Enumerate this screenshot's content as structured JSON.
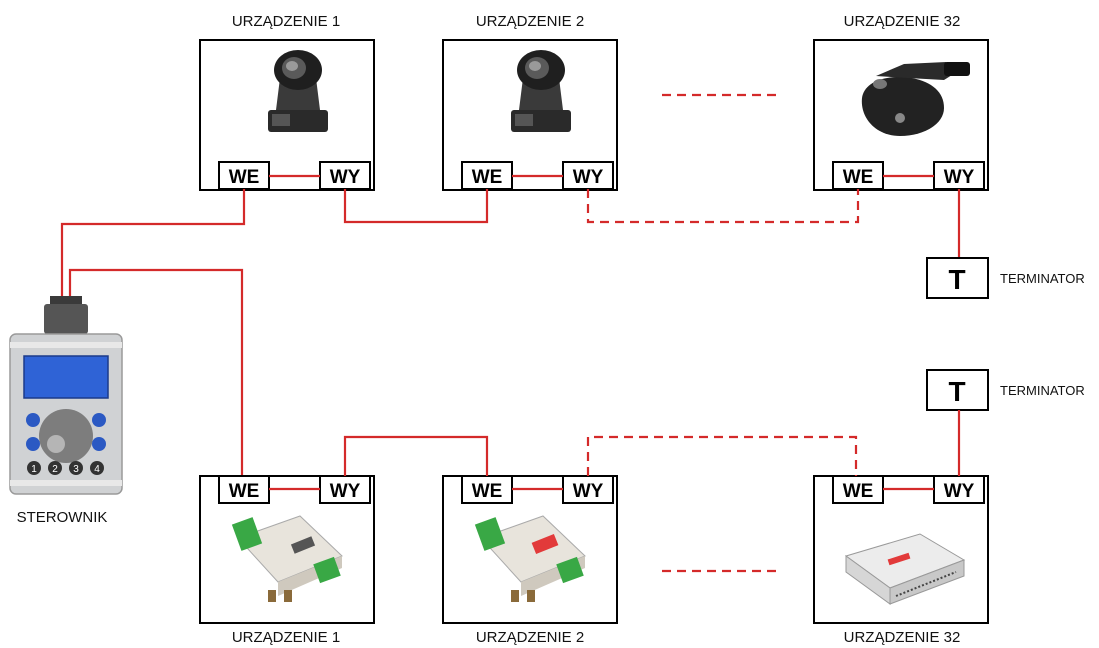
{
  "top_devices": [
    {
      "label": "URZĄDZENIE 1",
      "in_port": "WE",
      "out_port": "WY",
      "icon": "moving-head-light-icon"
    },
    {
      "label": "URZĄDZENIE 2",
      "in_port": "WE",
      "out_port": "WY",
      "icon": "moving-head-light-icon"
    },
    {
      "label": "URZĄDZENIE 32",
      "in_port": "WE",
      "out_port": "WY",
      "icon": "scanner-light-icon"
    }
  ],
  "bottom_devices": [
    {
      "label": "URZĄDZENIE 1",
      "in_port": "WE",
      "out_port": "WY",
      "icon": "dmx-module-icon"
    },
    {
      "label": "URZĄDZENIE 2",
      "in_port": "WE",
      "out_port": "WY",
      "icon": "dmx-module-icon"
    },
    {
      "label": "URZĄDZENIE 32",
      "in_port": "WE",
      "out_port": "WY",
      "icon": "dmx-controller-box-icon"
    }
  ],
  "terminators": [
    {
      "symbol": "T",
      "label": "TERMINATOR"
    },
    {
      "symbol": "T",
      "label": "TERMINATOR"
    }
  ],
  "controller": {
    "label": "STEROWNIK",
    "buttons": [
      "1",
      "2",
      "3",
      "4"
    ]
  },
  "colors": {
    "wire": "#d42a2a",
    "outline": "#000000",
    "screen": "#2f63d6"
  }
}
